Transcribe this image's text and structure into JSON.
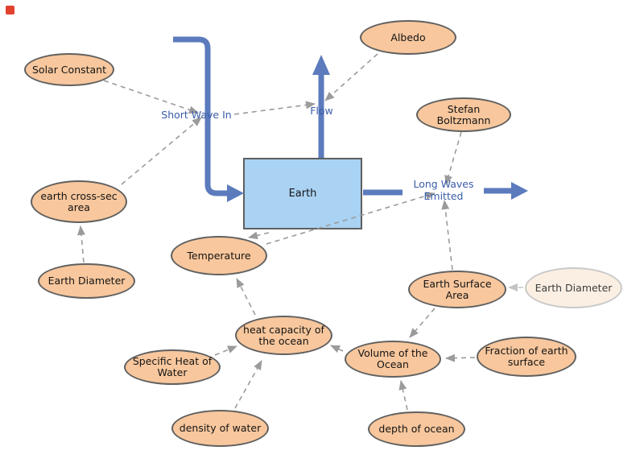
{
  "diagram": {
    "title_hint": "Earth energy balance stock-and-flow model",
    "stock": {
      "label": "Earth"
    },
    "flows": {
      "short_wave_in": {
        "label": "Short Wave In",
        "direction": "into Earth (left)"
      },
      "flow": {
        "label": "Flow",
        "direction": "out of Earth (top)"
      },
      "long_waves_emitted": {
        "label": "Long Waves\nEmitted",
        "direction": "out of Earth (right)"
      }
    },
    "variables": [
      {
        "id": "solar-constant",
        "label": "Solar Constant",
        "ghost": false
      },
      {
        "id": "albedo",
        "label": "Albedo",
        "ghost": false
      },
      {
        "id": "stefan-boltzmann",
        "label": "Stefan Boltzmann",
        "ghost": false
      },
      {
        "id": "earth-cross-sec-area",
        "label": "earth cross-sec\narea",
        "ghost": false
      },
      {
        "id": "earth-diameter",
        "label": "Earth Diameter",
        "ghost": false
      },
      {
        "id": "temperature",
        "label": "Temperature",
        "ghost": false
      },
      {
        "id": "earth-surface-area",
        "label": "Earth Surface\nArea",
        "ghost": false
      },
      {
        "id": "earth-diameter-ghost",
        "label": "Earth Diameter",
        "ghost": true
      },
      {
        "id": "heat-capacity-of-the-ocean",
        "label": "heat capacity of\nthe ocean",
        "ghost": false
      },
      {
        "id": "volume-of-the-ocean",
        "label": "Volume of the\nOcean",
        "ghost": false
      },
      {
        "id": "fraction-of-earth-surface",
        "label": "Fraction of earth\nsurface",
        "ghost": false
      },
      {
        "id": "specific-heat-of-water",
        "label": "Specific Heat of\nWater",
        "ghost": false
      },
      {
        "id": "density-of-water",
        "label": "density of water",
        "ghost": false
      },
      {
        "id": "depth-of-ocean",
        "label": "depth of ocean",
        "ghost": false
      }
    ],
    "links": [
      {
        "from": "Solar Constant",
        "to": "Short Wave In"
      },
      {
        "from": "earth cross-sec area",
        "to": "Short Wave In"
      },
      {
        "from": "Earth Diameter",
        "to": "earth cross-sec area"
      },
      {
        "from": "Albedo",
        "to": "Flow"
      },
      {
        "from": "Short Wave In",
        "to": "Flow"
      },
      {
        "from": "Stefan Boltzmann",
        "to": "Long Waves Emitted"
      },
      {
        "from": "Temperature",
        "to": "Long Waves Emitted"
      },
      {
        "from": "Earth Surface Area",
        "to": "Long Waves Emitted"
      },
      {
        "from": "Earth",
        "to": "Temperature"
      },
      {
        "from": "heat capacity of the ocean",
        "to": "Temperature"
      },
      {
        "from": "Earth Diameter (ghost)",
        "to": "Earth Surface Area"
      },
      {
        "from": "Earth Surface Area",
        "to": "Volume of the Ocean"
      },
      {
        "from": "Fraction of earth surface",
        "to": "Volume of the Ocean"
      },
      {
        "from": "depth of ocean",
        "to": "Volume of the Ocean"
      },
      {
        "from": "Volume of the Ocean",
        "to": "heat capacity of the ocean"
      },
      {
        "from": "Specific Heat of Water",
        "to": "heat capacity of the ocean"
      },
      {
        "from": "density of water",
        "to": "heat capacity of the ocean"
      }
    ],
    "colors": {
      "variable_fill": "#F8C79D",
      "variable_stroke": "#606060",
      "ghost_fill": "#FBEFE3",
      "ghost_stroke": "#C9C9C9",
      "stock_fill": "#A9D2F3",
      "stock_stroke": "#5f5f5f",
      "pipe_blue": "#5B7BBD",
      "flow_label_blue": "#3A5CA8",
      "link_gray": "#9b9b9b",
      "marker_red": "#E0422E"
    }
  }
}
